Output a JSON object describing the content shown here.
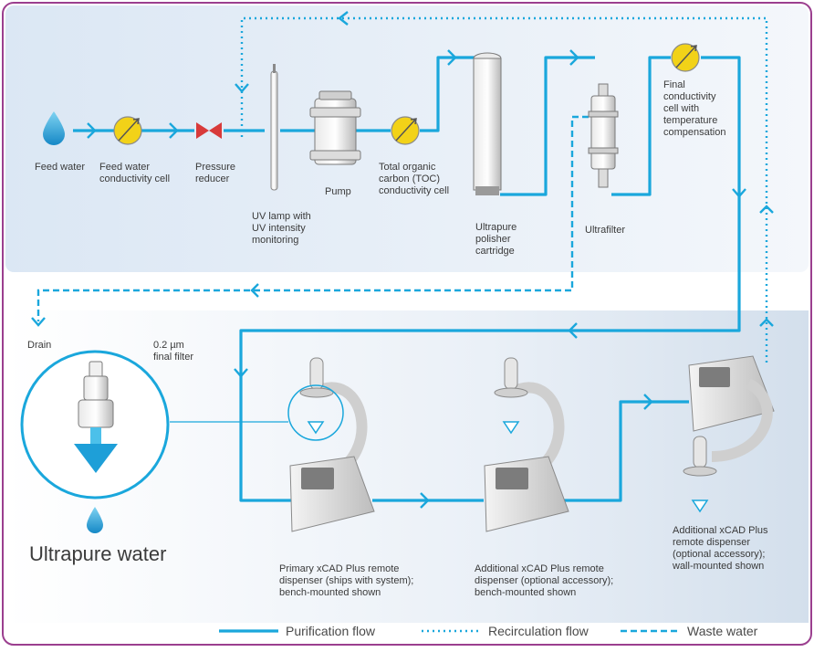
{
  "labels": {
    "feed_water": "Feed water",
    "feed_cond": [
      "Feed water",
      "conductivity cell"
    ],
    "pressure": [
      "Pressure",
      "reducer"
    ],
    "uv_lamp": [
      "UV lamp with",
      "UV intensity",
      "monitoring"
    ],
    "pump": "Pump",
    "toc": [
      "Total organic",
      "carbon (TOC)",
      "conductivity cell"
    ],
    "polisher": [
      "Ultrapure",
      "polisher",
      "cartridge"
    ],
    "ultrafilter": "Ultrafilter",
    "final_cond": [
      "Final",
      "conductivity",
      "cell with",
      "temperature",
      "compensation"
    ],
    "drain": "Drain",
    "final_filter": [
      "0.2 µm",
      "final filter"
    ],
    "ultrapure_water": "Ultrapure water",
    "dispenser1": [
      "Primary xCAD Plus remote",
      "dispenser (ships with system);",
      "bench-mounted shown"
    ],
    "dispenser2": [
      "Additional xCAD Plus remote",
      "dispenser (optional accessory);",
      "bench-mounted shown"
    ],
    "dispenser3": [
      "Additional xCAD Plus",
      "remote dispenser",
      "(optional accessory);",
      "wall-mounted shown"
    ]
  },
  "legend": {
    "purification": "Purification flow",
    "recirculation": "Recirculation flow",
    "waste": "Waste water"
  },
  "colors": {
    "flow": "#1aa7dc",
    "border": "#9b3f8f",
    "panel_top": "#e6eef7",
    "panel_bottom": "#dbe6f1",
    "valve": "#d83a3a",
    "cell": "#f2d218"
  }
}
